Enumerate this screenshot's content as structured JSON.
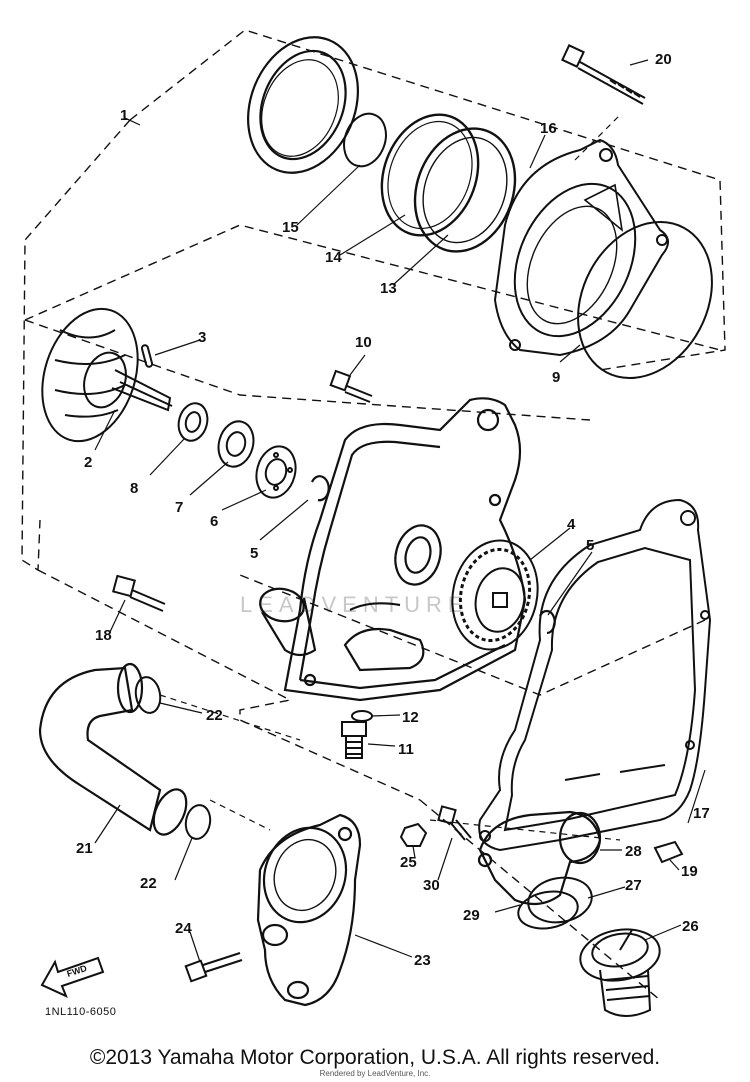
{
  "diagram": {
    "part_number_code": "1NL110-6050",
    "direction_marker": "FWD",
    "watermark": "LEADVENTURE",
    "callouts": {
      "c1": "1",
      "c2": "2",
      "c3": "3",
      "c4": "4",
      "c5a": "5",
      "c5b": "5",
      "c6": "6",
      "c7": "7",
      "c8": "8",
      "c9": "9",
      "c10": "10",
      "c11": "11",
      "c12": "12",
      "c13": "13",
      "c14": "14",
      "c15": "15",
      "c16": "16",
      "c17": "17",
      "c18": "18",
      "c19": "19",
      "c20": "20",
      "c21": "21",
      "c22a": "22",
      "c22b": "22",
      "c23": "23",
      "c24": "24",
      "c25": "25",
      "c26": "26",
      "c27": "27",
      "c28": "28",
      "c29": "29",
      "c30": "30"
    }
  },
  "footer": {
    "copyright": "©2013 Yamaha Motor Corporation, U.S.A. All rights reserved.",
    "credit": "Rendered by LeadVenture, Inc."
  }
}
